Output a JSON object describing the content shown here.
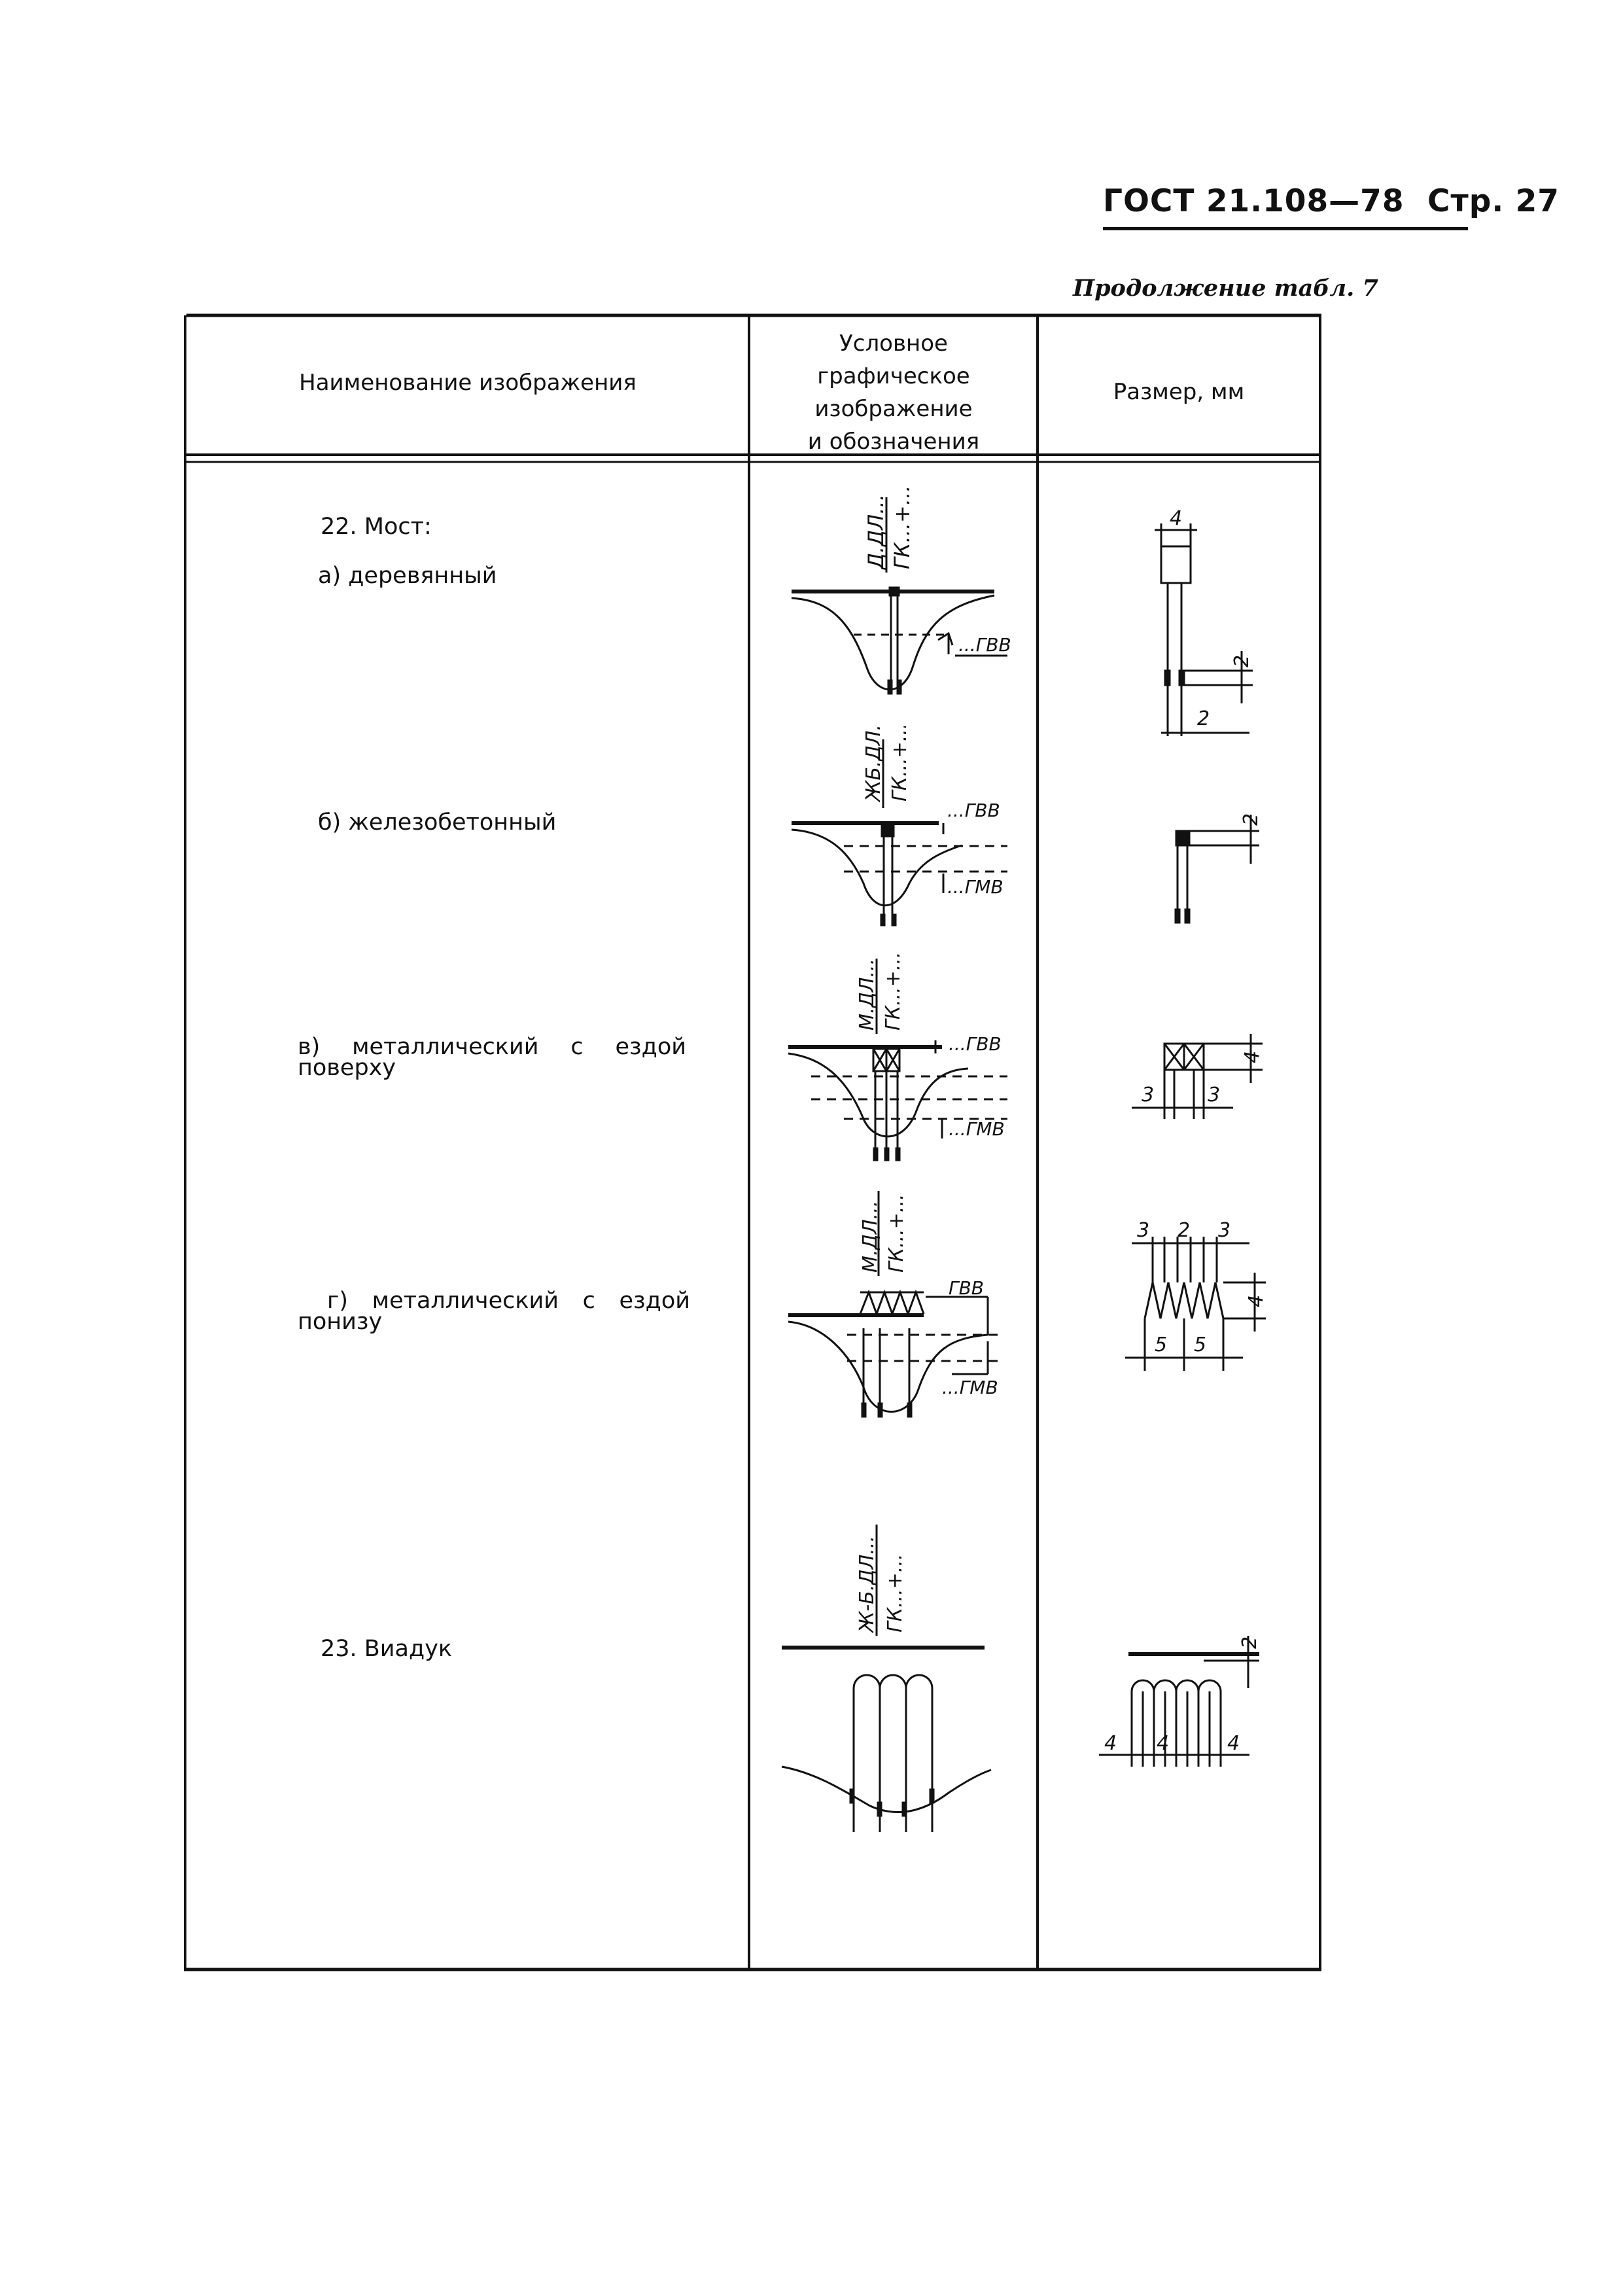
{
  "header": {
    "standard": "ГОСТ 21.108—78",
    "page": "Стр. 27"
  },
  "table_caption": "Продолжение табл. 7",
  "columns": [
    {
      "lines": [
        "Наименование изображения"
      ]
    },
    {
      "lines": [
        "Условное",
        "графическое",
        "изображение",
        "и обозначения"
      ]
    },
    {
      "lines": [
        "Размер, мм"
      ]
    }
  ],
  "rows": [
    {
      "lines": [
        "22. Мост:"
      ]
    },
    {
      "lines": [
        "а) деревянный"
      ]
    },
    {
      "lines": [
        "б) железобетонный"
      ]
    },
    {
      "lines": [
        "в) металлический с ездой",
        "поверху"
      ]
    },
    {
      "lines": [
        "г) металлический с ездой",
        "понизу"
      ]
    },
    {
      "lines": [
        "23. Виадук"
      ]
    }
  ],
  "symbols": {
    "a": {
      "top": "Д.ДЛ...",
      "bottom": "ГК...+...",
      "levels": [
        "...ГВВ"
      ]
    },
    "b": {
      "top": "ЖБ.ДЛ...",
      "bottom": "ГК...+...",
      "levels": [
        "...ГВВ",
        "...ГМВ"
      ]
    },
    "v": {
      "top": "М.ДЛ...",
      "bottom": "ГК...+...",
      "levels": [
        "...ГВВ",
        "...ГМВ"
      ]
    },
    "g": {
      "top": "М.ДЛ...",
      "bottom": "ГК...+...",
      "levels": [
        "ГВВ",
        "...ГМВ"
      ]
    },
    "viaduct": {
      "top": "Ж-Б.ДЛ...",
      "bottom": "ГК...+..."
    }
  },
  "dimensions": {
    "a": [
      "4",
      "2",
      "2"
    ],
    "b": [
      "2"
    ],
    "v": [
      "4",
      "3",
      "3"
    ],
    "g": [
      "3",
      "2",
      "3",
      "4",
      "5",
      "5"
    ],
    "viaduct": [
      "2",
      "4",
      "4",
      "4"
    ]
  }
}
